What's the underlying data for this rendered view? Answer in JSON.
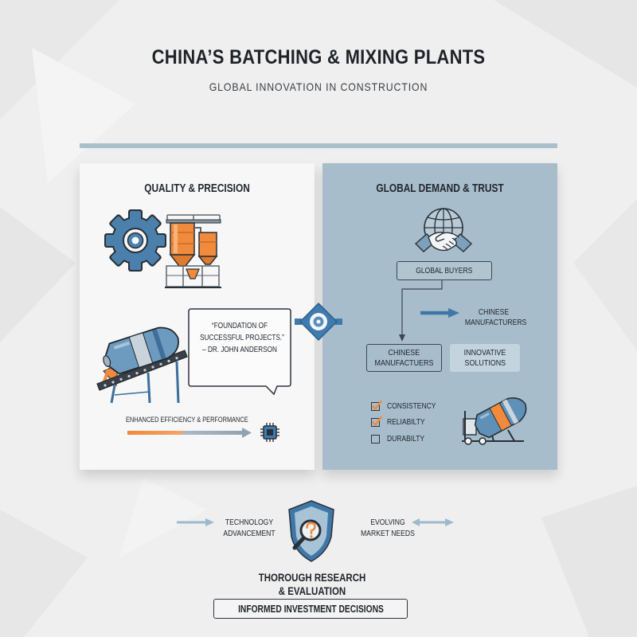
{
  "title": "CHINA’S BATCHING & MIXING PLANTS",
  "subtitle": "GLOBAL INNOVATION IN CONSTRUCTION",
  "left_panel": {
    "heading": "QUALITY & PRECISION",
    "quote": {
      "line1": "“FOUNDATION OF",
      "line2": "SUCCESSFUL PROJECTS.”",
      "line3": "– DR. JOHN ANDERSON"
    },
    "efficiency_label": "ENHANCED EFFICIENCY & PERFORMANCE",
    "icons": [
      "gear-icon",
      "batching-plant-icon",
      "mixer-conveyor-icon",
      "microchip-icon",
      "speech-bubble-icon"
    ]
  },
  "connector_icon": "link-node-icon",
  "right_panel": {
    "heading": "GLOBAL DEMAND & TRUST",
    "buyers_label": "GLOBAL BUYERS",
    "arrow_target": {
      "line1": "CHINESE",
      "line2": "MANUFACTURERS"
    },
    "manufacturers_box": {
      "line1": "CHINESE",
      "line2": "MANUFACTUERS"
    },
    "solutions_box": {
      "line1": "INNOVATIVE",
      "line2": "SOLUTIONS"
    },
    "checklist": [
      {
        "label": "CONSISTENCY",
        "checked": true
      },
      {
        "label": "RELIABILTY",
        "checked": true
      },
      {
        "label": "DURABILTY",
        "checked": false
      }
    ],
    "icons": [
      "globe-handshake-icon",
      "concrete-mixer-icon"
    ]
  },
  "bottom": {
    "left_label": {
      "line1": "TECHNOLOGY",
      "line2": "ADVANCEMENT"
    },
    "right_label": {
      "line1": "EVOLVING",
      "line2": "MARKET NEEDS"
    },
    "research": {
      "line1": "THOROUGH RESEARCH",
      "line2": "& EVALUATION"
    },
    "decision": "INFORMED INVESTMENT DECISIONS",
    "icons": [
      "shield-magnifier-icon",
      "arrow-right-icon",
      "double-arrow-icon"
    ]
  },
  "colors": {
    "background": "#efefef",
    "panel_light": "#f7f7f7",
    "panel_blue": "#a7bdcb",
    "accent_blue": "#3f78a8",
    "accent_orange": "#f08a3c",
    "ink": "#22272e"
  }
}
